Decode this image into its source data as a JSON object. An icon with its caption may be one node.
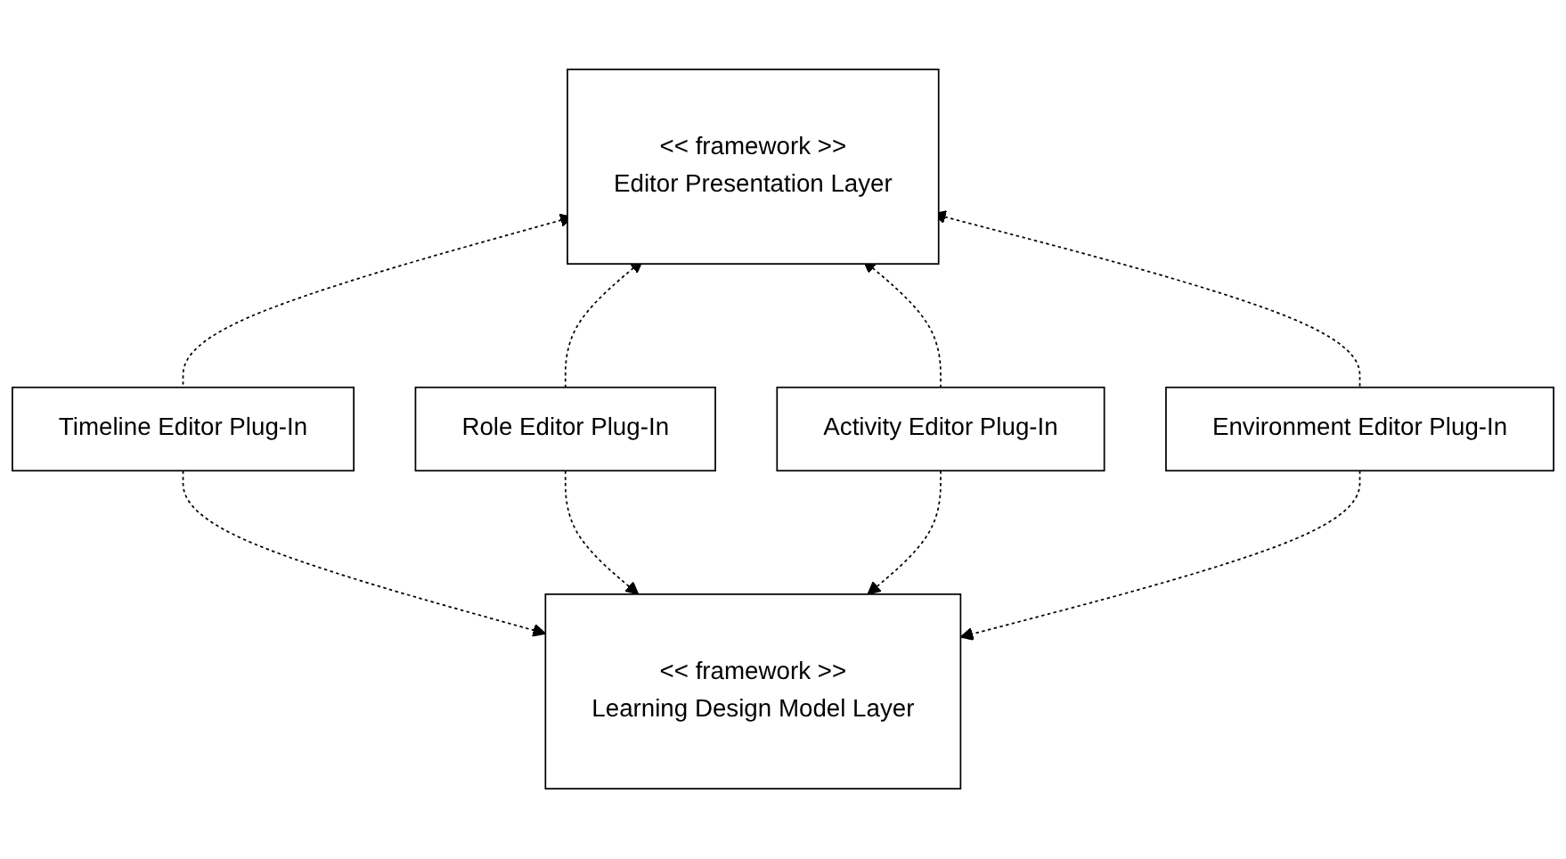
{
  "diagram": {
    "nodes": [
      {
        "text": [
          "<< framework >>",
          "Editor Presentation Layer"
        ]
      },
      {
        "text": [
          "Timeline Editor Plug-In"
        ]
      },
      {
        "text": [
          "Role Editor Plug-In"
        ]
      },
      {
        "text": [
          "Activity Editor Plug-In"
        ]
      },
      {
        "text": [
          "Environment Editor Plug-In"
        ]
      },
      {
        "text": [
          "<< framework >>",
          "Learning Design Model Layer"
        ]
      }
    ],
    "edges": [
      {
        "from": 1,
        "to": 0,
        "arrow": "to",
        "style": "dashed"
      },
      {
        "from": 2,
        "to": 0,
        "arrow": "to",
        "style": "dashed"
      },
      {
        "from": 3,
        "to": 0,
        "arrow": "to",
        "style": "dashed"
      },
      {
        "from": 4,
        "to": 0,
        "arrow": "to",
        "style": "dashed"
      },
      {
        "from": 1,
        "to": 5,
        "arrow": "to",
        "style": "dashed"
      },
      {
        "from": 2,
        "to": 5,
        "arrow": "to",
        "style": "dashed"
      },
      {
        "from": 3,
        "to": 5,
        "arrow": "to",
        "style": "dashed"
      },
      {
        "from": 4,
        "to": 5,
        "arrow": "to",
        "style": "dashed"
      }
    ]
  }
}
